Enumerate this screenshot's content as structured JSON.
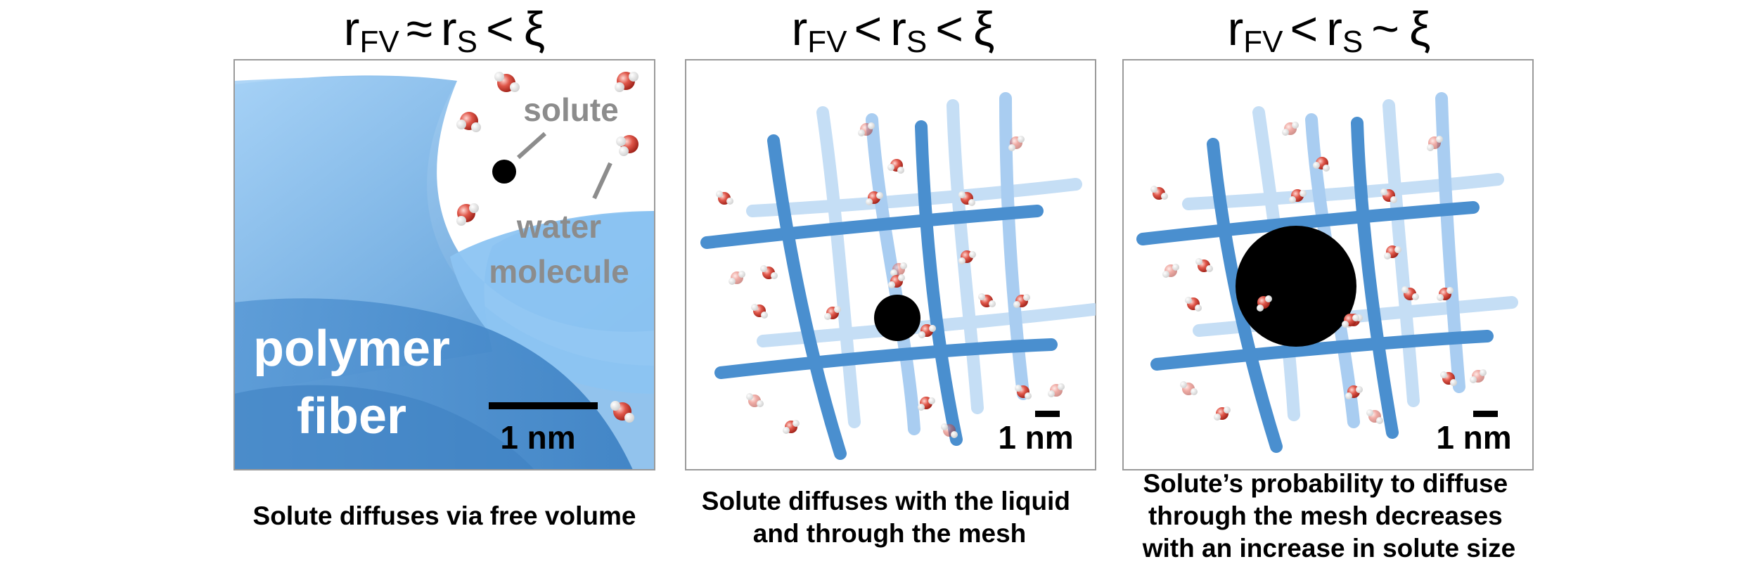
{
  "panels": [
    {
      "header": {
        "r1": "r",
        "s1": "FV",
        "op1": "≈",
        "r2": "r",
        "s2": "S",
        "op2": "<",
        "xi": "ξ"
      },
      "labels": {
        "solute": "solute",
        "water_line1": "water",
        "water_line2": "molecule",
        "fiber_line1": "polymer",
        "fiber_line2": "fiber"
      },
      "scalebar": "1 nm",
      "caption": [
        "Solute diffuses via free volume"
      ]
    },
    {
      "header": {
        "r1": "r",
        "s1": "FV",
        "op1": "<",
        "r2": "r",
        "s2": "S",
        "op2": "<",
        "xi": "ξ"
      },
      "scalebar": "1 nm",
      "caption": [
        "Solute diffuses with the liquid",
        "and through the mesh"
      ]
    },
    {
      "header": {
        "r1": "r",
        "s1": "FV",
        "op1": "<",
        "r2": "r",
        "s2": "S",
        "op2": "~",
        "xi": "ξ"
      },
      "scalebar": "1 nm",
      "caption": [
        "Solute’s probability to diffuse",
        "through the mesh decreases",
        "with an increase in solute size"
      ]
    }
  ],
  "colors": {
    "fiber_dark": "#3d85c6",
    "fiber_light": "#8cc4f2",
    "fiber_faint": "#c5def5",
    "water_oxygen": "#c0392b",
    "water_hydrogen": "#f2f2f2",
    "solute": "#000000",
    "annotation_gray": "#8c8c8c",
    "frame": "#9a9a9a"
  }
}
